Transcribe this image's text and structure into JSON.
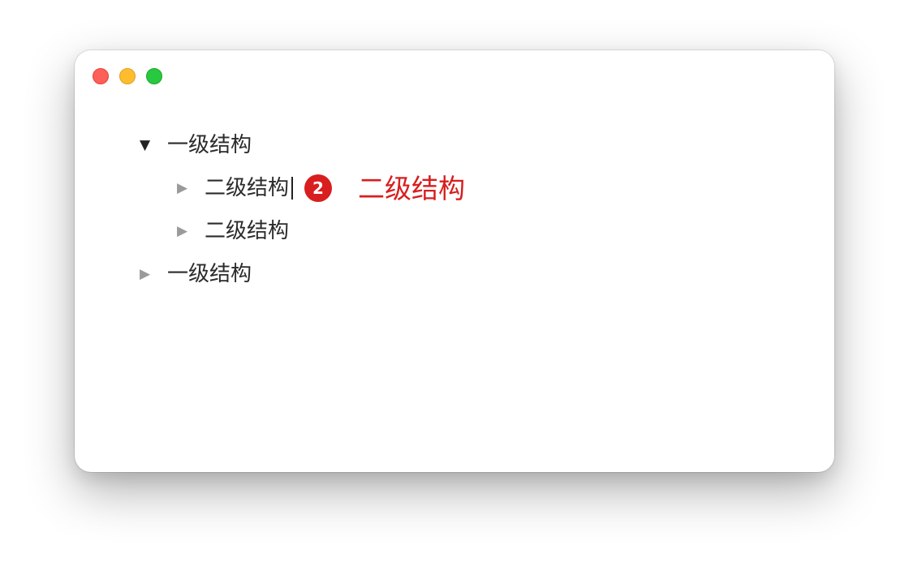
{
  "window": {
    "traffic_lights": {
      "close_color": "#fe5f57",
      "minimize_color": "#febc2e",
      "maximize_color": "#28c840"
    }
  },
  "tree": {
    "items": [
      {
        "level": 1,
        "expanded": true,
        "toggle_glyph": "▼",
        "label": "一级结构"
      },
      {
        "level": 2,
        "expanded": false,
        "toggle_glyph": "▶",
        "label": "二级结构",
        "has_text_cursor": true
      },
      {
        "level": 2,
        "expanded": false,
        "toggle_glyph": "▶",
        "label": "二级结构"
      },
      {
        "level": 1,
        "expanded": false,
        "toggle_glyph": "▶",
        "label": "一级结构"
      }
    ]
  },
  "annotation": {
    "badge_number": "2",
    "text": "二级结构",
    "color": "#d81e1e"
  }
}
